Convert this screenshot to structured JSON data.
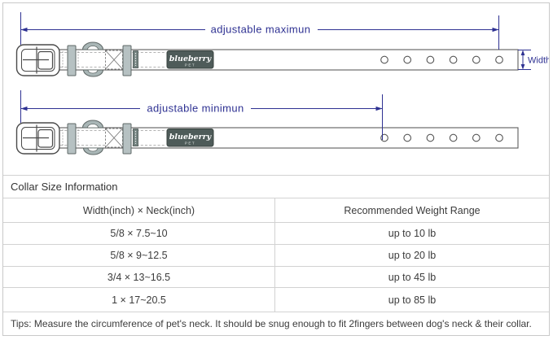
{
  "diagram": {
    "max_label": "adjustable maximun",
    "min_label": "adjustable minimun",
    "width_label": "Width",
    "brand": "blueberry",
    "brand_sub": "PET"
  },
  "table": {
    "title": "Collar Size Information",
    "columns": [
      "Width(inch) × Neck(inch)",
      "Recommended Weight Range"
    ],
    "rows": [
      [
        "5/8 × 7.5~10",
        "up to 10 lb"
      ],
      [
        "5/8 × 9~12.5",
        "up to 20 lb"
      ],
      [
        "3/4 × 13~16.5",
        "up to 45 lb"
      ],
      [
        "1 × 17~20.5",
        "up to 85 lb"
      ]
    ],
    "tips": "Tips: Measure the circumference of pet's neck. It should be snug enough to fit 2fingers between dog's neck & their collar."
  },
  "colors": {
    "dimension_accent": "#2e3192",
    "patch": "#4e5b59",
    "keeper_gray": "#b6c1c2",
    "table_border": "#d2d2d2",
    "text": "#3c3c3c"
  }
}
